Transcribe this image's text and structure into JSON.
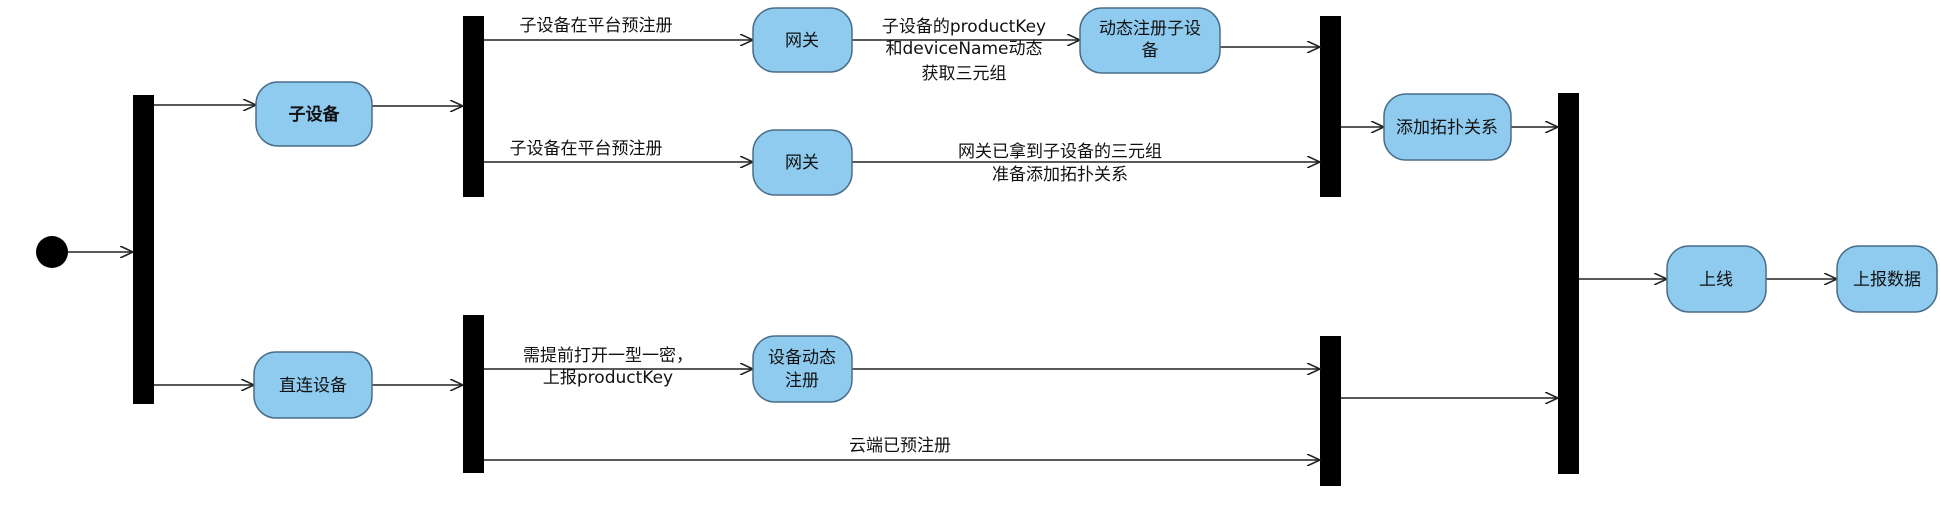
{
  "nodes": {
    "sub_device": "子设备",
    "direct_device": "直连设备",
    "gateway_1": "网关",
    "gateway_2": "网关",
    "dynamic_register_sub": [
      "动态注册子设",
      "备"
    ],
    "add_topology": "添加拓扑关系",
    "device_dynamic_register": [
      "设备动态",
      "注册"
    ],
    "online": "上线",
    "report_data": "上报数据"
  },
  "edges": {
    "sub_preregister_top": "子设备在平台预注册",
    "sub_preregister_mid": "子设备在平台预注册",
    "get_triplet": [
      "子设备的productKey",
      "和deviceName动态",
      "获取三元组"
    ],
    "gateway_has_triplet": [
      "网关已拿到子设备的三元组",
      "准备添加拓扑关系"
    ],
    "enable_one_type_one_secret": [
      "需提前打开一型一密，",
      "上报productKey"
    ],
    "cloud_preregistered": "云端已预注册"
  }
}
